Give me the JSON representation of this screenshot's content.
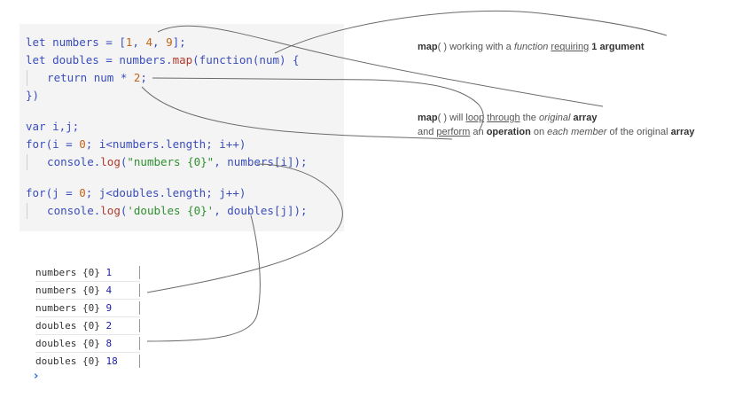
{
  "code": {
    "lines": [
      {
        "id": "l1",
        "tokens": [
          {
            "t": "let numbers = ",
            "c": "plain"
          },
          {
            "t": "[",
            "c": "punc"
          },
          {
            "t": "1",
            "c": "num"
          },
          {
            "t": ", ",
            "c": "punc"
          },
          {
            "t": "4",
            "c": "num"
          },
          {
            "t": ", ",
            "c": "punc"
          },
          {
            "t": "9",
            "c": "num"
          },
          {
            "t": "];",
            "c": "punc"
          }
        ]
      },
      {
        "id": "l2",
        "tokens": [
          {
            "t": "let doubles = numbers.",
            "c": "plain"
          },
          {
            "t": "map",
            "c": "method"
          },
          {
            "t": "(function(num) {",
            "c": "plain"
          }
        ]
      },
      {
        "id": "l3",
        "tokens": [
          {
            "t": "  return num * ",
            "c": "plain"
          },
          {
            "t": "2",
            "c": "num"
          },
          {
            "t": ";",
            "c": "plain"
          }
        ]
      },
      {
        "id": "l4",
        "tokens": [
          {
            "t": "})",
            "c": "plain"
          }
        ]
      },
      {
        "id": "l5",
        "tokens": []
      },
      {
        "id": "l6",
        "tokens": [
          {
            "t": "var i,j;",
            "c": "plain"
          }
        ]
      },
      {
        "id": "l7",
        "tokens": [
          {
            "t": "for(i = ",
            "c": "plain"
          },
          {
            "t": "0",
            "c": "num"
          },
          {
            "t": "; i<numbers.length; i++)",
            "c": "plain"
          }
        ]
      },
      {
        "id": "l8",
        "tokens": [
          {
            "t": "  console.",
            "c": "plain"
          },
          {
            "t": "log",
            "c": "method"
          },
          {
            "t": "(",
            "c": "plain"
          },
          {
            "t": "\"numbers {0}\"",
            "c": "str"
          },
          {
            "t": ", numbers[i]);",
            "c": "plain"
          }
        ]
      },
      {
        "id": "l9",
        "tokens": []
      },
      {
        "id": "l10",
        "tokens": [
          {
            "t": "for(j = ",
            "c": "plain"
          },
          {
            "t": "0",
            "c": "num"
          },
          {
            "t": "; j<doubles.length; j++)",
            "c": "plain"
          }
        ]
      },
      {
        "id": "l11",
        "tokens": [
          {
            "t": "  console.",
            "c": "plain"
          },
          {
            "t": "log",
            "c": "method"
          },
          {
            "t": "(",
            "c": "plain"
          },
          {
            "t": "'doubles {0}'",
            "c": "str"
          },
          {
            "t": ", doubles[j]);",
            "c": "plain"
          }
        ]
      }
    ]
  },
  "annotations": {
    "a1": {
      "map": "map",
      "paren": "( ) working with a ",
      "function": "function",
      "space1": " ",
      "requiring": "requiring",
      "space2": " ",
      "arg": "1 argument"
    },
    "a2": {
      "line1": {
        "map": "map",
        "paren": "( ) will ",
        "loop": "loop",
        "space1": " ",
        "through": "through",
        "the": " the ",
        "original": "original",
        "space2": " ",
        "array": "array"
      },
      "line2": {
        "and": "and ",
        "perform": "perform",
        "an": " an ",
        "operation": "operation",
        "on": " on ",
        "each": "each member",
        "rest": " of the original ",
        "array": "array"
      }
    }
  },
  "console": {
    "rows": [
      {
        "label": "numbers {0} ",
        "value": "1"
      },
      {
        "label": "numbers {0} ",
        "value": "4"
      },
      {
        "label": "numbers {0} ",
        "value": "9"
      },
      {
        "label": "doubles {0} ",
        "value": "2"
      },
      {
        "label": "doubles {0} ",
        "value": "8"
      },
      {
        "label": "doubles {0} ",
        "value": "18"
      }
    ],
    "prompt": "›"
  },
  "colors": {
    "keyword": "#3a4dbb",
    "number": "#c0651b",
    "method": "#b03a2e",
    "string": "#2f8f2f",
    "connector": "#6a6a6a"
  }
}
